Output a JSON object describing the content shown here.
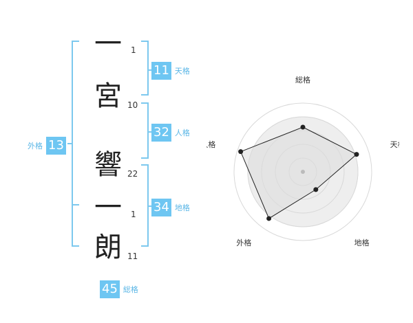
{
  "name_chars": [
    {
      "char": "一",
      "strokes": "1"
    },
    {
      "char": "宮",
      "strokes": "10"
    },
    {
      "char": "響",
      "strokes": "22"
    },
    {
      "char": "一",
      "strokes": "1"
    },
    {
      "char": "朗",
      "strokes": "11"
    }
  ],
  "fortune": {
    "ten": {
      "value": "11",
      "label": "天格"
    },
    "jin": {
      "value": "32",
      "label": "人格"
    },
    "chi": {
      "value": "34",
      "label": "地格"
    },
    "gai": {
      "value": "13",
      "label": "外格"
    },
    "sou": {
      "value": "45",
      "label": "総格"
    }
  },
  "radar": {
    "labels": [
      "総格",
      "天格",
      "地格",
      "外格",
      "人格"
    ],
    "values": [
      0.65,
      0.82,
      0.32,
      0.84,
      0.95
    ],
    "colors": {
      "ring": "#d8d8d8",
      "fill": "#eeeeee",
      "line": "#222222",
      "center": "#bbbbbb"
    }
  },
  "colors": {
    "accent": "#6ec6f2",
    "bracket": "#7cc8ee"
  }
}
